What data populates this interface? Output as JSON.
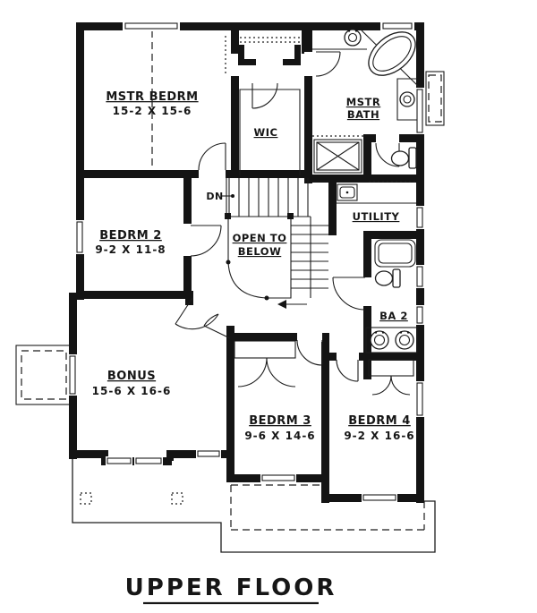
{
  "plan": {
    "title": "UPPER FLOOR",
    "labels": {
      "mstr_bedrm": {
        "name": "MSTR BEDRM",
        "dims": "15-2 X 15-6"
      },
      "wic": {
        "name": "WIC"
      },
      "mstr_bath": {
        "line1": "MSTR",
        "line2": "BATH"
      },
      "bedrm2": {
        "name": "BEDRM 2",
        "dims": "9-2 X 11-8"
      },
      "open_below": {
        "line1": "OPEN TO",
        "line2": "BELOW"
      },
      "stairs": {
        "dn": "DN"
      },
      "utility": {
        "name": "UTILITY"
      },
      "ba2": {
        "name": "BA 2"
      },
      "bonus": {
        "name": "BONUS",
        "dims": "15-6 X 16-6"
      },
      "bedrm3": {
        "name": "BEDRM 3",
        "dims": "9-6 X 14-6"
      },
      "bedrm4": {
        "name": "BEDRM 4",
        "dims": "9-2 X 16-6"
      }
    },
    "colors": {
      "ink": "#141414",
      "paper": "#ffffff"
    }
  }
}
